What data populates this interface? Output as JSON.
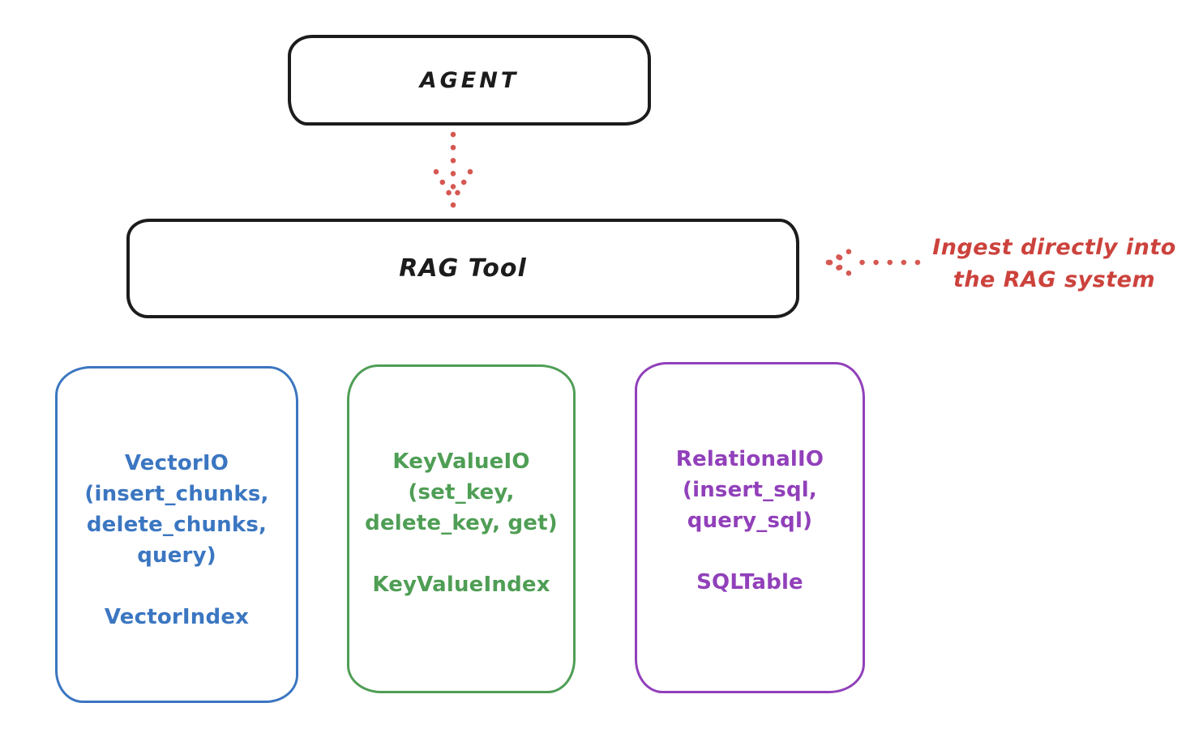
{
  "agent_box": {
    "label": "AGENT"
  },
  "rag_tool_box": {
    "label": "RAG Tool"
  },
  "annotation": {
    "line1": "Ingest directly into",
    "line2": "the RAG system",
    "color": "#cc423c"
  },
  "arrows": {
    "agent_to_rag": {
      "style": "dotted",
      "direction": "down",
      "color": "#d65852"
    },
    "annotation_to_rag": {
      "style": "dotted",
      "direction": "left",
      "color": "#d65852"
    }
  },
  "storage_boxes": [
    {
      "id": "vector-io",
      "color": "#3b76c1",
      "io_lines": [
        "VectorIO",
        "(insert_chunks,",
        "delete_chunks,",
        "query)"
      ],
      "index_label": "VectorIndex"
    },
    {
      "id": "keyvalue-io",
      "color": "#4f9e55",
      "io_lines": [
        "KeyValueIO",
        "(set_key,",
        "delete_key, get)"
      ],
      "index_label": "KeyValueIndex"
    },
    {
      "id": "relational-io",
      "color": "#9140ba",
      "io_lines": [
        "RelationalIO",
        "(insert_sql,",
        "query_sql)"
      ],
      "index_label": "SQLTable"
    }
  ],
  "colors": {
    "stroke_black": "#1c1c1c",
    "arrow_red": "#d65852",
    "background": "#ffffff"
  }
}
